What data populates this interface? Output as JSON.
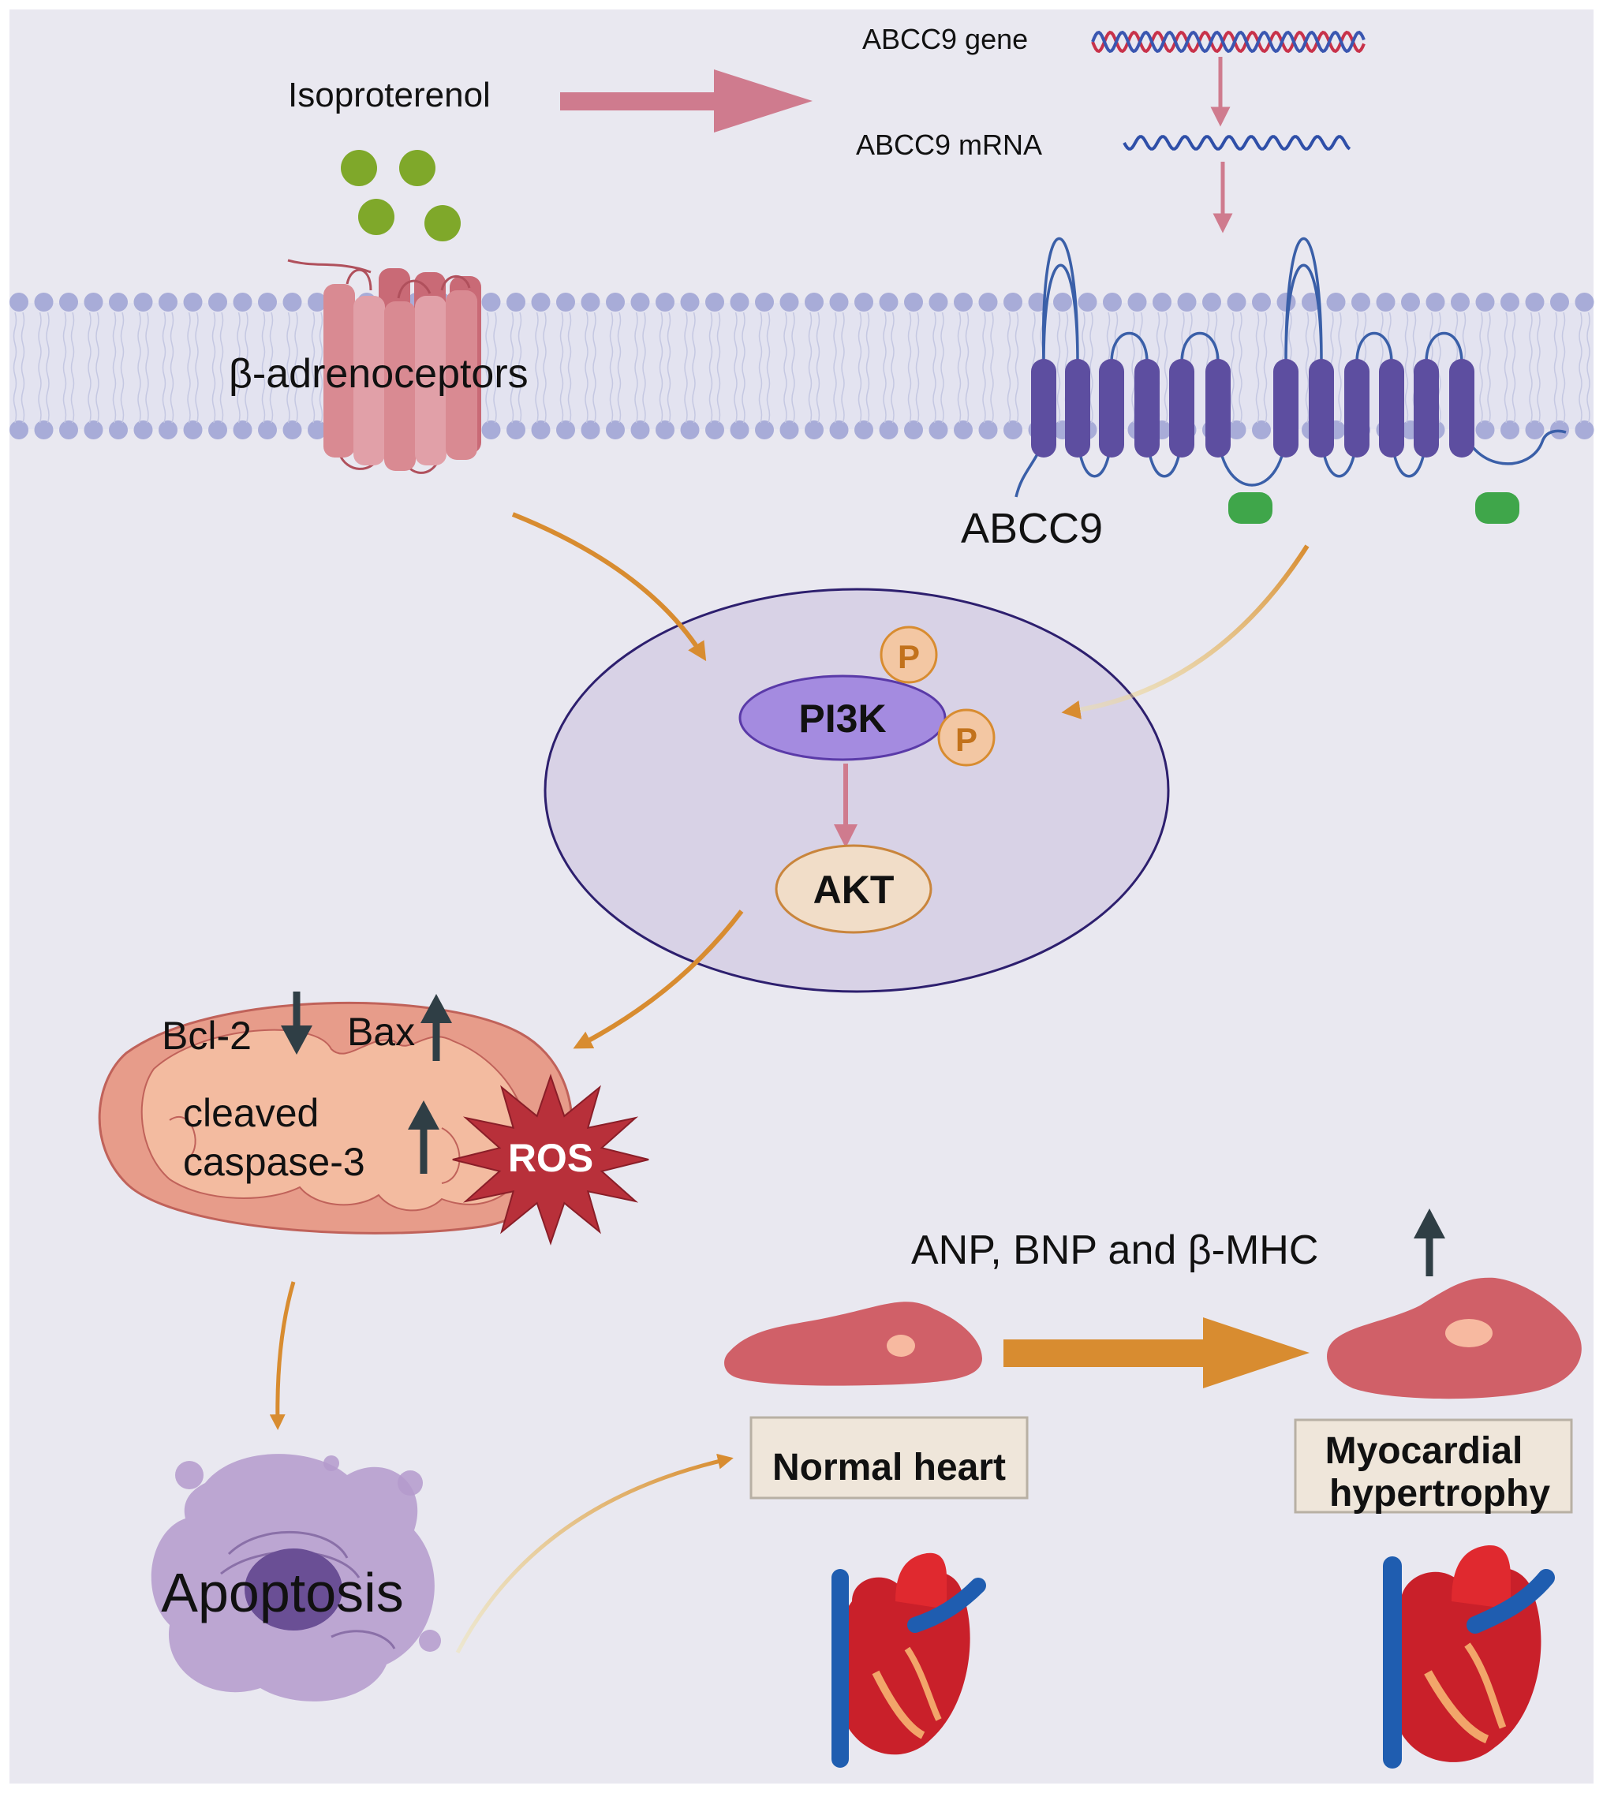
{
  "labels": {
    "isoproterenol": "Isoproterenol",
    "abcc9_gene": "ABCC9 gene",
    "abcc9_mrna": "ABCC9 mRNA",
    "beta_adrenoceptors": "β-adrenoceptors",
    "abcc9_protein": "ABCC9",
    "phospho_1": "P",
    "phospho_2": "P",
    "pi3k": "PI3K",
    "akt": "AKT",
    "bcl2": "Bcl-2",
    "bax": "Bax",
    "cleaved": "cleaved",
    "caspase3": "caspase-3",
    "ros": "ROS",
    "markers": "ANP, BNP and β-MHC",
    "apoptosis": "Apoptosis",
    "normal_heart": "Normal heart",
    "hypertrophy_line1": "Myocardial",
    "hypertrophy_line2": "hypertrophy"
  },
  "colors": {
    "background": "#e9e8f0",
    "membrane_head": "#a8acd8",
    "receptor": "#d98a92",
    "abcc9": "#5d4ea0",
    "abcc9_domain": "#3fa64a",
    "ligand": "#7fa82a",
    "signal_arrow": "#d88c30",
    "gene_arrow": "#cf7b8e",
    "nucleus_fill": "#d8d2e6",
    "nucleus_stroke": "#2d1f6e",
    "pi3k": "#a48be0",
    "akt": "#f1ddc8",
    "mitochondrion": "#e79c8a",
    "ros": "#b8303a",
    "cardiomyocyte": "#d06068",
    "label_box": "#efe6da"
  }
}
